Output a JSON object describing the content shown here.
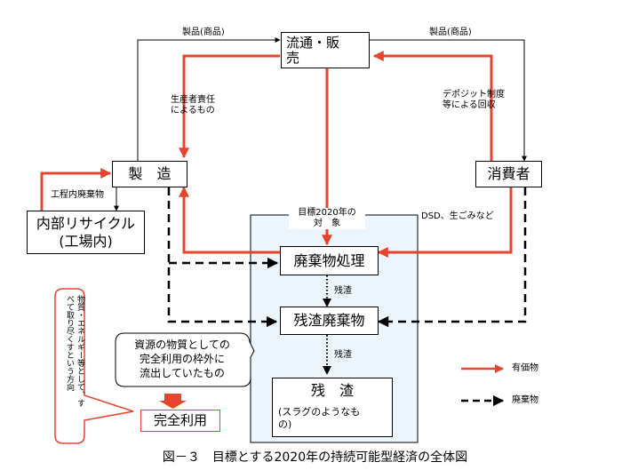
{
  "nodes": {
    "distribution": "流通・販\n売",
    "manufacturing": "製　造",
    "consumer": "消費者",
    "internal_recycle": "内部リサイクル\n(工場内)",
    "waste_treatment": "廃棄物処理",
    "residual_waste": "残渣廃棄物",
    "residue_title": "残　渣",
    "residue_note": "(スラグのようなも\nの)",
    "complete_use": "完全利用"
  },
  "labels": {
    "products_left": "製品(商品)",
    "products_right": "製品(商品)",
    "producer_responsibility": "生産者責任\nによるもの",
    "deposit_system": "デポジット制度\n等による回収",
    "factory_waste": "工程内廃棄物",
    "target_2020": "目標2020年の\n対　象",
    "dsd_garbage": "DSD、生ごみなど",
    "residue_1": "残渣",
    "residue_2": "残渣"
  },
  "callouts": {
    "outside_framework": "資源の物質としての\n完全利用の枠外に\n流出していたもの",
    "vertical_note": "物質・エネルギー等として、す\nべて取り尽くすという方向"
  },
  "legend": {
    "valuables": "有価物",
    "waste": "廃棄物"
  },
  "colors": {
    "valuables_arrow": "#e8432d",
    "target_region_fill": "#eef6fd",
    "orange_arrow": "#e8432d"
  },
  "caption": "図－３　目標とする2020年の持続可能型経済の全体図"
}
